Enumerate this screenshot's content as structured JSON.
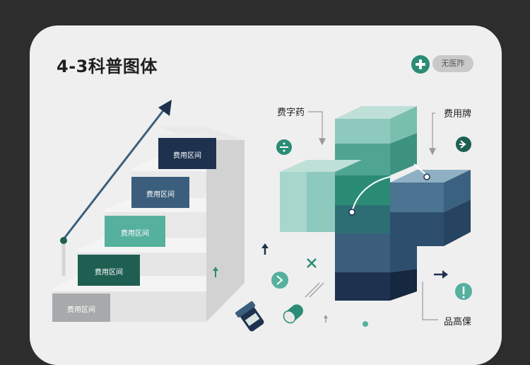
{
  "title": "4-3科普图体",
  "header_badge": {
    "icon": "plus-cross-icon",
    "label": "无医阼"
  },
  "staircase": {
    "steps": [
      {
        "label": "费用区间",
        "color": "#1e3250"
      },
      {
        "label": "费用区间",
        "color": "#3b5e7c"
      },
      {
        "label": "费用区间",
        "color": "#56b09e"
      },
      {
        "label": "费用区间",
        "color": "#1e5f52"
      },
      {
        "label": "费用区间",
        "color": "#a7a9aa"
      }
    ]
  },
  "cross_callouts": {
    "top_left": "费字药",
    "top_right": "费用牌",
    "bottom_right": "品高倮"
  },
  "icons": [
    "divide-icon",
    "arrow-right-circle-icon",
    "up-arrow-icon",
    "up-arrow-small-icon",
    "chevron-right-circle-icon",
    "close-x-icon",
    "double-slash-icon",
    "arrow-right-icon",
    "exclamation-circle-icon",
    "pill-bottle-icon",
    "capsule-icon",
    "dot-icon"
  ],
  "colors": {
    "background": "#2d2d2d",
    "card": "#efefef",
    "teal": "#2a8c75",
    "navy": "#1e3250",
    "light_teal": "#8ec9bd"
  }
}
